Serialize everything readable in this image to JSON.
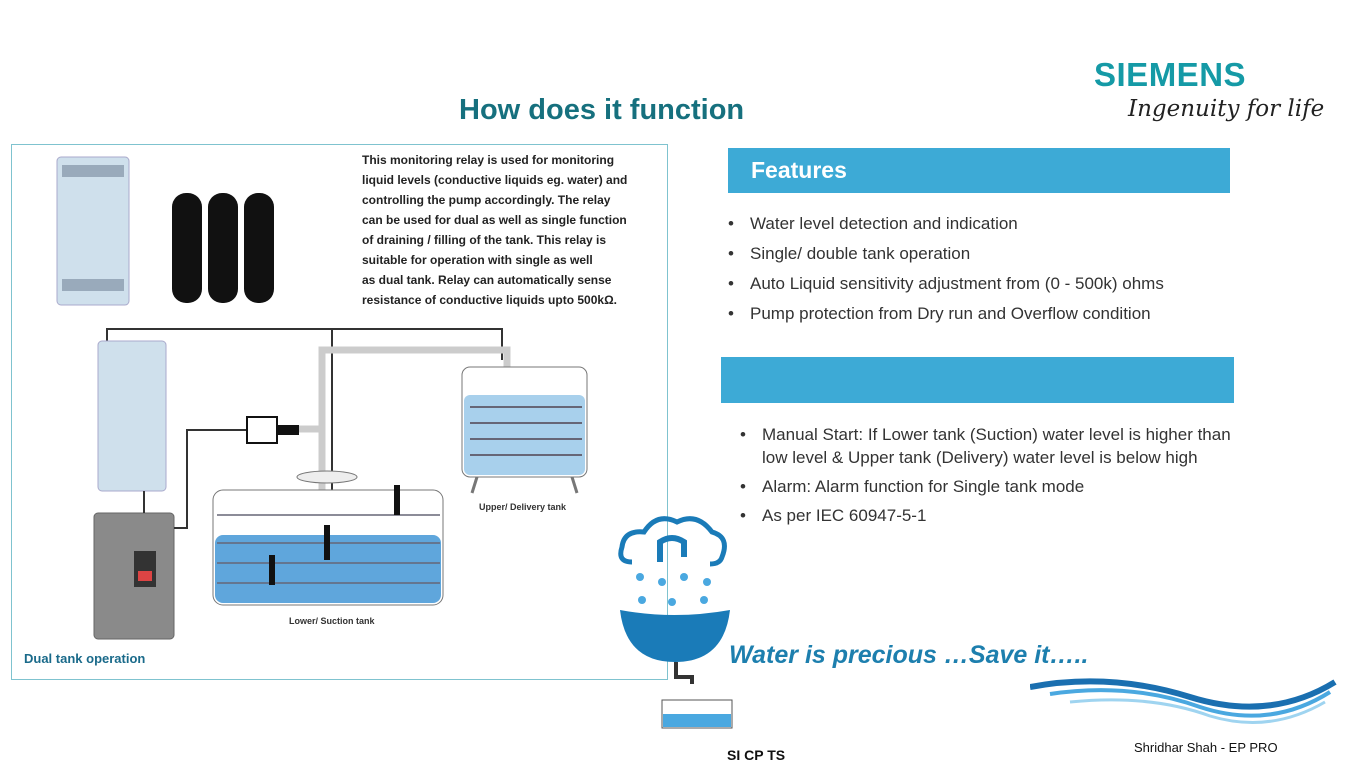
{
  "title": "How does it function",
  "logo": {
    "brand": "SIEMENS",
    "tagline": "Ingenuity for life"
  },
  "diagram": {
    "description": [
      "This monitoring relay is used for monitoring",
      "liquid levels (conductive liquids eg. water) and",
      "controlling the pump accordingly. The relay",
      "can be used for dual as well as single function",
      "of draining / filling of the tank. This relay is",
      "suitable for operation with single as well",
      "as dual tank. Relay can automatically sense",
      "resistance of conductive liquids upto 500kΩ."
    ],
    "upper_tank_label": "Upper/ Delivery tank",
    "lower_tank_label": "Lower/ Suction tank",
    "caption": "Dual tank operation"
  },
  "features": {
    "heading": "Features",
    "items": [
      "Water level detection and indication",
      "Single/ double tank operation",
      "Auto Liquid sensitivity adjustment from (0 - 500k) ohms",
      "Pump protection from Dry run and Overflow condition"
    ]
  },
  "section2": {
    "heading": "",
    "items": [
      "Manual Start: If Lower tank (Suction) water level is higher than low level & Upper tank (Delivery) water level is below high",
      "Alarm: Alarm function for Single tank mode",
      "As per IEC 60947-5-1"
    ]
  },
  "slogan": "Water is precious …Save it…..",
  "footer": {
    "left": "SI CP TS",
    "right": "Shridhar Shah - EP PRO"
  },
  "colors": {
    "accent": "#3daad6",
    "title": "#16707e"
  }
}
